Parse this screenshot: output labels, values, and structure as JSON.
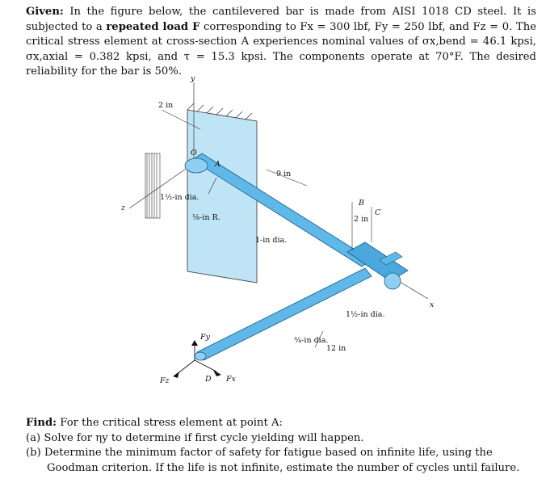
{
  "given": {
    "lead": "Given:",
    "t1": "In the figure below, the cantilevered bar is made from AISI 1018 CD steel. It is subjected to a",
    "bold": "repeated load F",
    "t2": "corresponding to F",
    "fx": "x = 300 lbf, F",
    "fy": "y = 250 lbf, and F",
    "fz": "z = 0. The critical stress element at cross-section A experiences nominal values of σ",
    "bend": "x,bend = 46.1 kpsi, σ",
    "axial": "x,axial = 0.382 kpsi, and τ = 15.3 kpsi. The components operate at 70°F. The desired reliability for the bar is 50%."
  },
  "figure": {
    "y_axis": "y",
    "z_axis": "z",
    "x_axis": "x",
    "dim_2in_top": "2 in",
    "origin": "O",
    "point_a": "A",
    "dim_9in": "9 in",
    "dia_1_5_left": "1½-in dia.",
    "radius": "⅛-in R.",
    "point_b": "B",
    "point_c": "C",
    "dim_2in_right": "2 in",
    "dia_1in": "1-in dia.",
    "dia_1_5_right": "1½-in dia.",
    "dia_3_4": "¾-in dia.",
    "dim_12in": "12 in",
    "force_fy": "Fy",
    "force_fz": "Fz",
    "force_fx": "Fx",
    "point_d": "D"
  },
  "find": {
    "lead": "Find:",
    "intro": "For the critical stress element at point A:",
    "a": "(a) Solve for ηy to determine if first cycle yielding will happen.",
    "b": "(b) Determine the minimum factor of safety for fatigue based on infinite life, using the Goodman criterion. If the life is not infinite, estimate the number of cycles until failure."
  }
}
